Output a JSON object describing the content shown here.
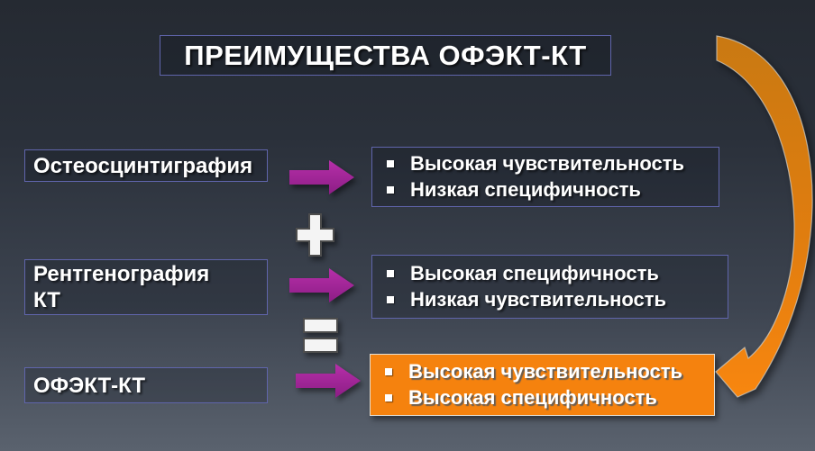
{
  "slide_title": "ПРЕИМУЩЕСТВА ОФЭКТ-КТ",
  "rows": [
    {
      "label_lines": [
        "Остеосцинтиграфия"
      ],
      "bullets": [
        "Высокая чувствительность",
        "Низкая специфичность"
      ],
      "highlighted": false
    },
    {
      "label_lines": [
        "Рентгенография",
        "КТ"
      ],
      "bullets": [
        "Высокая специфичность",
        "Низкая чувствительность"
      ],
      "highlighted": false
    },
    {
      "label_lines": [
        "ОФЭКТ-КТ"
      ],
      "bullets": [
        "Высокая чувствительность",
        "Высокая специфичность"
      ],
      "highlighted": true
    }
  ],
  "operators": {
    "between_row1_row2": "+",
    "between_row2_row3": "="
  },
  "icons": {
    "row_connector": "arrow-right-icon",
    "plus": "plus-icon",
    "equals": "equals-icon",
    "result_pointer": "curved-arrow-down-left-icon"
  },
  "colors": {
    "background_top": "#262b33",
    "background_bottom": "#5a626e",
    "box_border_purple": "#6065ac",
    "arrow_magenta": "#a02398",
    "highlight_orange": "#f5820e",
    "text": "#ffffff"
  }
}
